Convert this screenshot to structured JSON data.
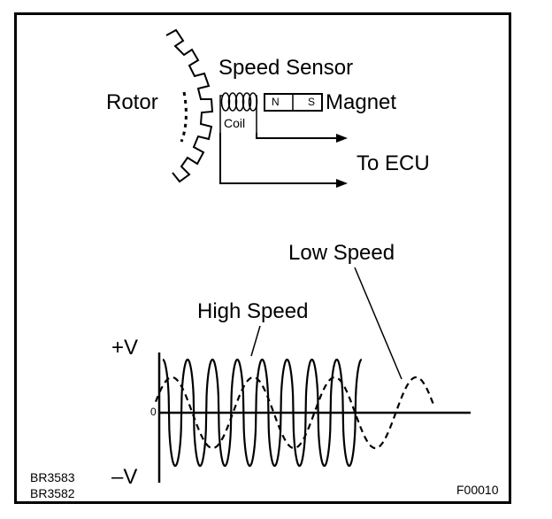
{
  "labels": {
    "rotor": "Rotor",
    "speed_sensor": "Speed Sensor",
    "coil": "Coil",
    "magnet_n": "N",
    "magnet_s": "S",
    "magnet": "Magnet",
    "to_ecu": "To ECU",
    "low_speed": "Low Speed",
    "high_speed": "High Speed",
    "plus_v": "+V",
    "zero": "0",
    "minus_v": "–V"
  },
  "footer": {
    "code_left_1": "BR3583",
    "code_left_2": "BR3582",
    "code_right": "F00010"
  },
  "colors": {
    "line": "#000000",
    "background": "#ffffff"
  },
  "waveforms": {
    "high_speed": {
      "style": "solid",
      "cycles": 8
    },
    "low_speed": {
      "style": "dashed",
      "cycles": 3
    }
  }
}
